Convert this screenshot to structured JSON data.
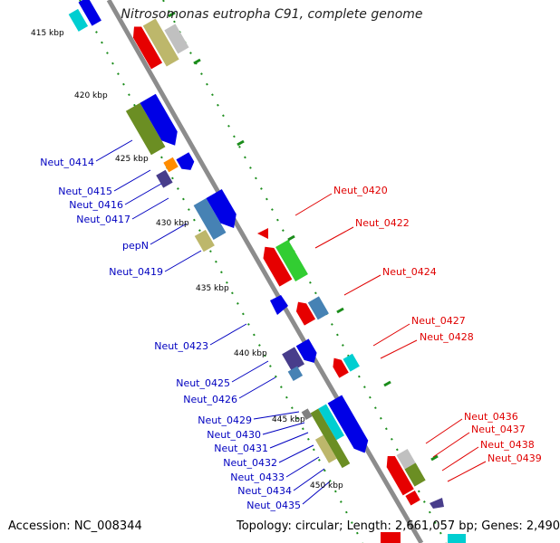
{
  "title": "Nitrosomonas eutropha C91, complete genome",
  "footer": {
    "accession": "Accession: NC_008344",
    "summary": "Topology: circular; Length: 2,661,057 bp; Genes: 2,490"
  },
  "ticks": [
    "415 kbp",
    "420 kbp",
    "425 kbp",
    "430 kbp",
    "435 kbp",
    "440 kbp",
    "445 kbp",
    "450 kbp"
  ],
  "left_labels": [
    "Neut_0414",
    "Neut_0415",
    "Neut_0416",
    "Neut_0417",
    "pepN",
    "Neut_0419",
    "Neut_0423",
    "Neut_0425",
    "Neut_0426",
    "Neut_0429",
    "Neut_0430",
    "Neut_0431",
    "Neut_0432",
    "Neut_0433",
    "Neut_0434",
    "Neut_0435"
  ],
  "right_labels": [
    "Neut_0420",
    "Neut_0422",
    "Neut_0424",
    "Neut_0427",
    "Neut_0428",
    "Neut_0436",
    "Neut_0437",
    "Neut_0438",
    "Neut_0439"
  ],
  "colors": {
    "backbone": "#8c8c8c",
    "forward_strand": "#0000e6",
    "reverse_strand": "#e60000",
    "dotted_track": "#1a8c1a",
    "cog_green": "#6b8e23",
    "cog_tan": "#bdb76b",
    "cog_steel": "#4682b4",
    "cog_cyan": "#00ced1",
    "cog_slate": "#483d8b",
    "cog_lime": "#32cd32",
    "cog_grey": "#c0c0c0",
    "cog_orange": "#ff8c00"
  }
}
